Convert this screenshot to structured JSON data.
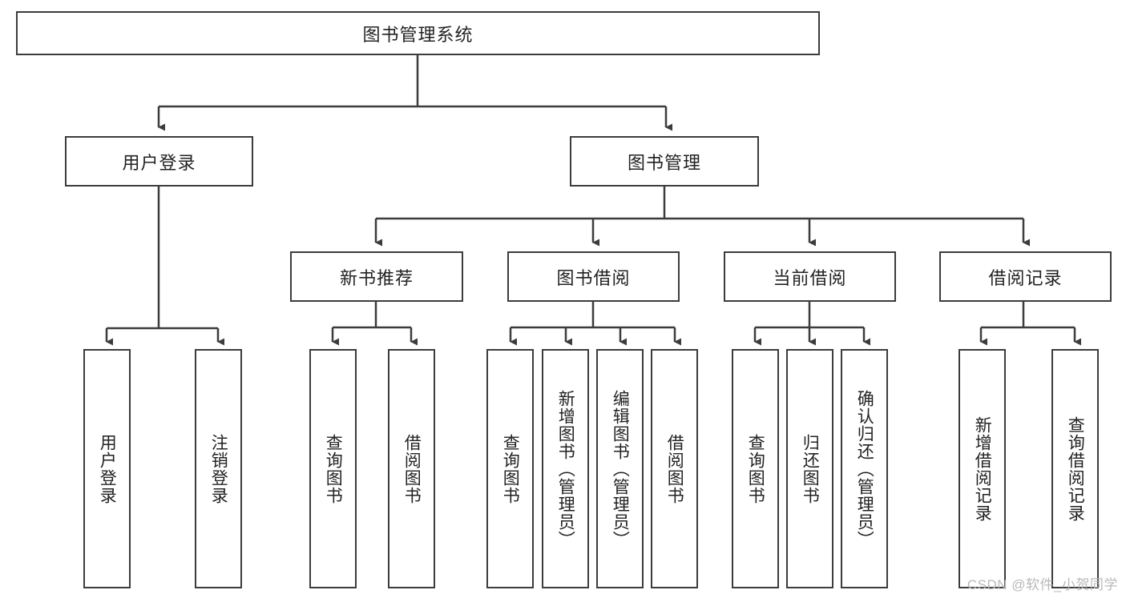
{
  "diagram": {
    "title": "图书管理系统",
    "watermark": "CSDN @软件_小贺同学",
    "type": "tree-hierarchy-diagram",
    "levels": {
      "root": {
        "label": "图书管理系统"
      },
      "level2": [
        {
          "label": "用户登录"
        },
        {
          "label": "图书管理"
        }
      ],
      "level3": [
        {
          "label": "新书推荐"
        },
        {
          "label": "图书借阅"
        },
        {
          "label": "当前借阅"
        },
        {
          "label": "借阅记录"
        }
      ],
      "leaves": {
        "user_login": [
          {
            "label": "用户登录"
          },
          {
            "label": "注销登录"
          }
        ],
        "new_book_recommend": [
          {
            "label": "查询图书"
          },
          {
            "label": "借阅图书"
          }
        ],
        "book_borrow": [
          {
            "label": "查询图书"
          },
          {
            "label": "新增图书（管理员）"
          },
          {
            "label": "编辑图书（管理员）"
          },
          {
            "label": "借阅图书"
          }
        ],
        "current_borrow": [
          {
            "label": "查询图书"
          },
          {
            "label": "归还图书"
          },
          {
            "label": "确认归还（管理员）"
          }
        ],
        "borrow_record": [
          {
            "label": "新增借阅记录"
          },
          {
            "label": "查询借阅记录"
          }
        ]
      }
    },
    "colors": {
      "stroke": "#3c3c3c",
      "fill": "#ffffff",
      "text": "#222222",
      "watermark": "#b9b9b9"
    }
  }
}
